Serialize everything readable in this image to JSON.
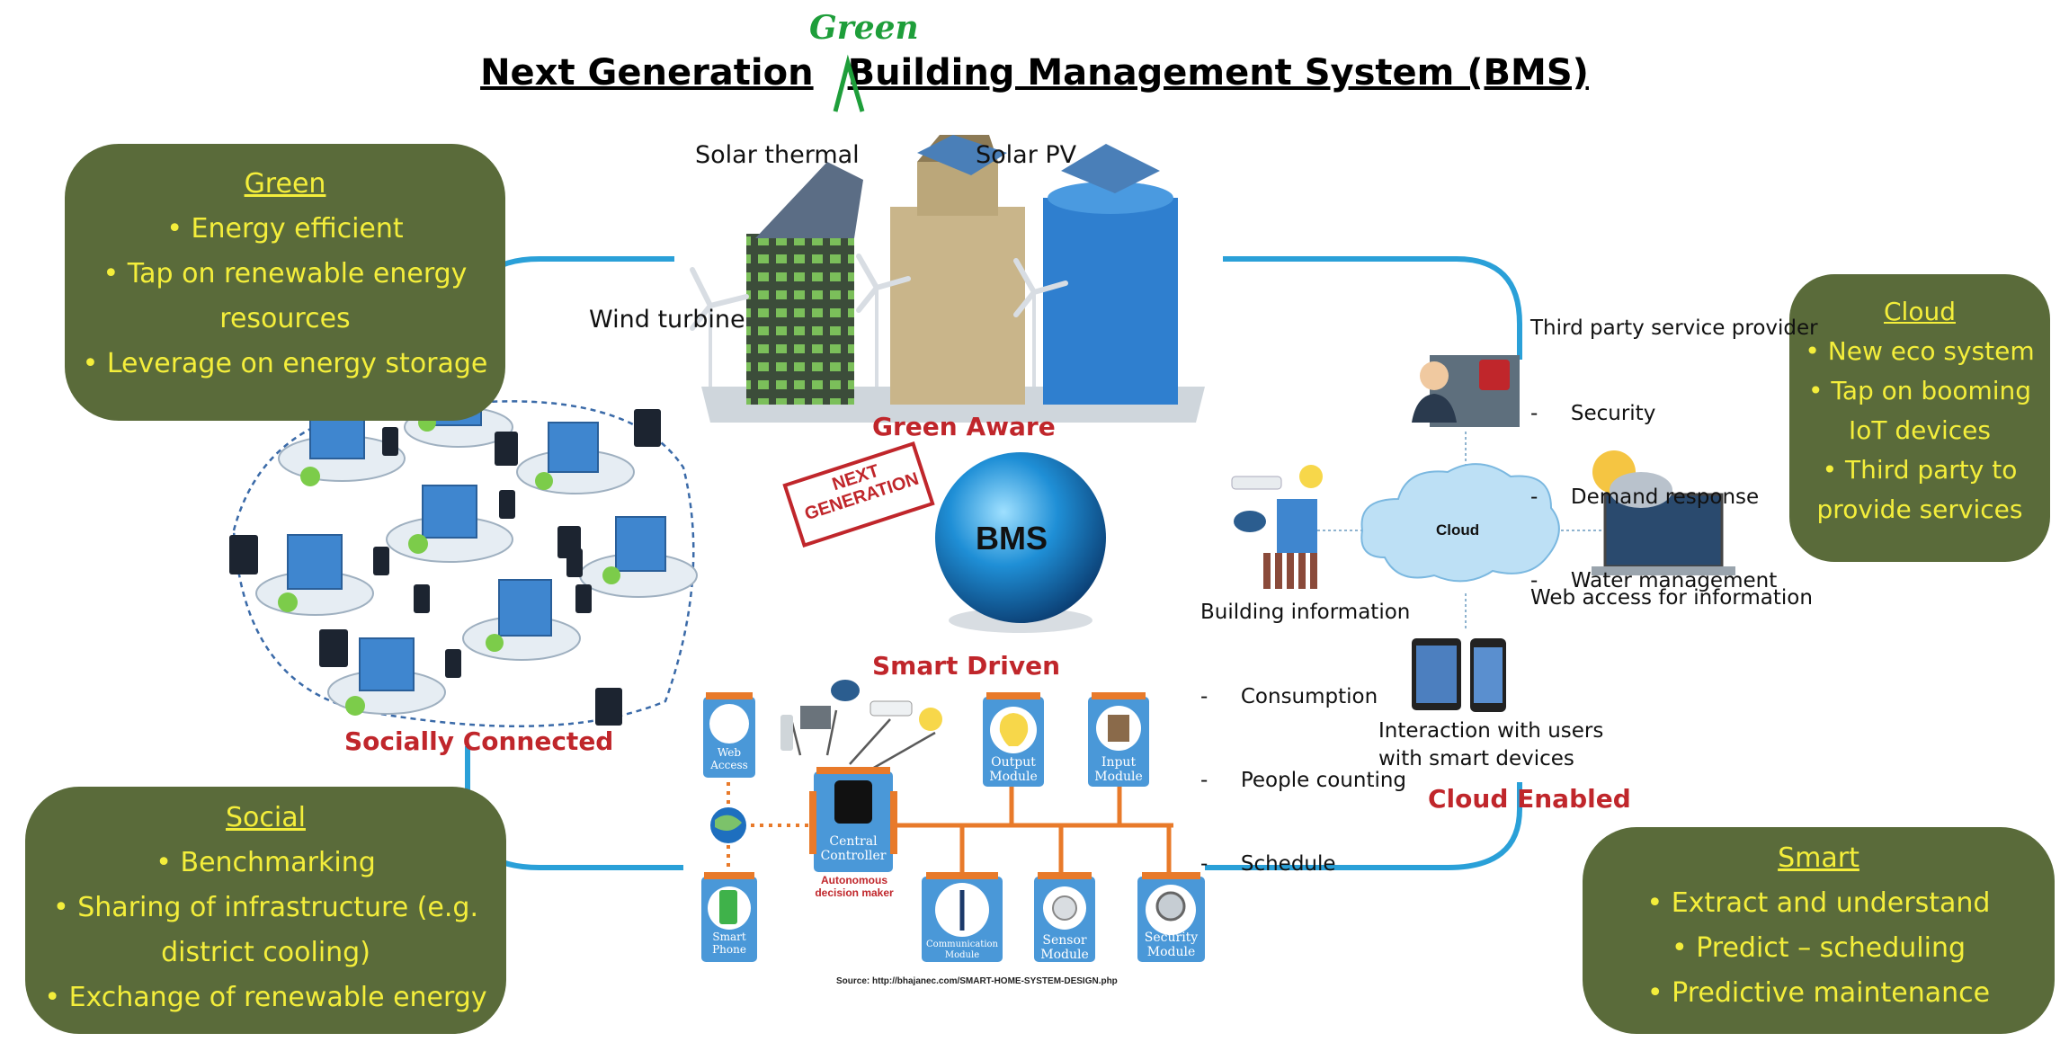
{
  "title": {
    "left": "Next Generation",
    "right": "Building Management System (BMS)",
    "insert": "Green"
  },
  "boxes": {
    "green": {
      "heading": "Green",
      "items": [
        "• Energy efficient",
        "• Tap on renewable energy",
        "resources",
        "• Leverage on energy storage"
      ]
    },
    "cloud": {
      "heading": "Cloud",
      "items": [
        "• New eco system",
        "• Tap on booming",
        "IoT devices",
        "• Third party to",
        "provide services"
      ]
    },
    "social": {
      "heading": "Social",
      "items": [
        "• Benchmarking",
        "• Sharing of infrastructure (e.g.",
        "district cooling)",
        "• Exchange of renewable energy"
      ]
    },
    "smart": {
      "heading": "Smart",
      "items": [
        "• Extract and understand",
        "• Predict – scheduling",
        "• Predictive maintenance"
      ]
    }
  },
  "energy": {
    "solar_thermal": "Solar thermal",
    "solar_pv": "Solar PV",
    "wind_turbine": "Wind turbine"
  },
  "sections": {
    "green_aware": "Green Aware",
    "smart_driven": "Smart Driven",
    "socially_connected": "Socially Connected",
    "cloud_enabled": "Cloud Enabled"
  },
  "center": {
    "bms": "BMS",
    "stamp_line1": "NEXT",
    "stamp_line2": "GENERATION"
  },
  "cloud_panel": {
    "cloud_label": "Cloud",
    "third_party_title": "Third party service provider",
    "third_party_items": [
      "-     Security",
      "-     Demand response",
      "-     Water management"
    ],
    "building_info_title": "Building information",
    "building_info_items": [
      "-     Consumption",
      "-     People counting",
      "-     Schedule"
    ],
    "web_access": "Web access for information",
    "interaction_line1": "Interaction with users",
    "interaction_line2": "with smart devices"
  },
  "smart_home": {
    "web_access_line1": "Web",
    "web_access_line2": "Access",
    "smart_phone_line1": "Smart",
    "smart_phone_line2": "Phone",
    "central_line1": "Central",
    "central_line2": "Controller",
    "autonomous_line1": "Autonomous",
    "autonomous_line2": "decision maker",
    "output_line1": "Output",
    "output_line2": "Module",
    "input_line1": "Input",
    "input_line2": "Module",
    "comm_line1": "Communication",
    "comm_line2": "Module",
    "sensor_line1": "Sensor",
    "sensor_line2": "Module",
    "security_line1": "Security",
    "security_line2": "Module",
    "source": "Source: http://bhajanec.com/SMART-HOME-SYSTEM-DESIGN.php"
  },
  "colors": {
    "box_bg": "#5a6b3a",
    "box_text": "#f4ee3b",
    "red_label": "#c0262b",
    "flow_line": "#2aa0d8",
    "green_insert": "#1e9e3a"
  }
}
